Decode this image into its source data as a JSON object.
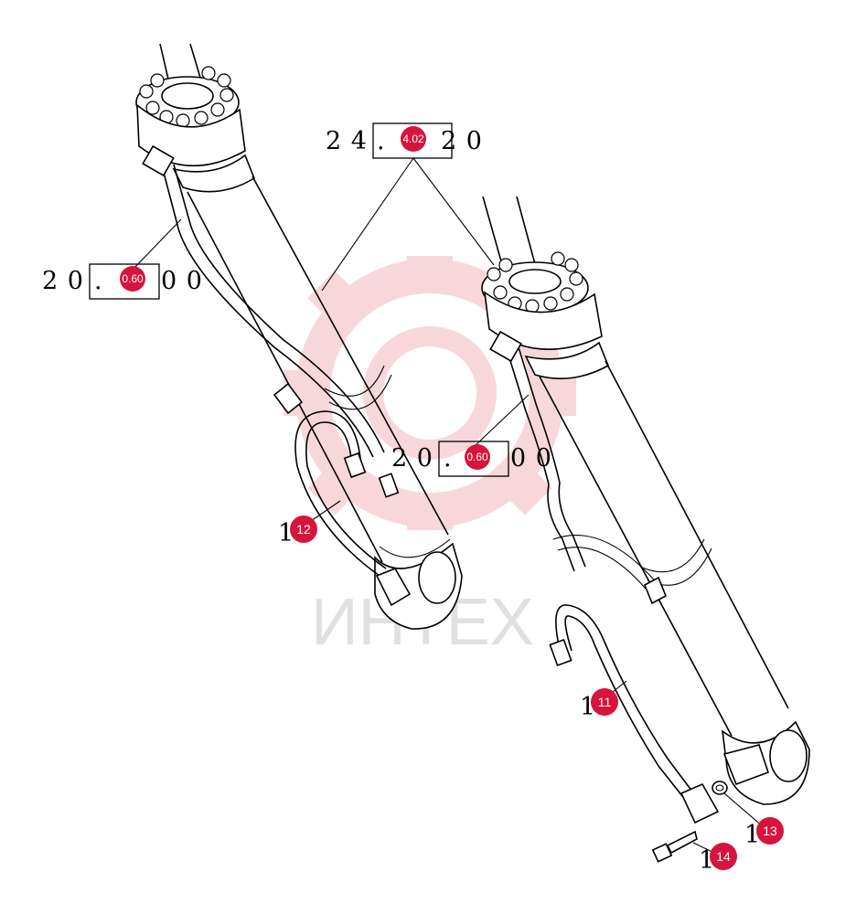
{
  "watermark": {
    "text": "ИНТЕХ",
    "color": "#c8c8c8",
    "logo_color": "#f4b8bd"
  },
  "accent_color": "#d7143c",
  "refs": [
    {
      "id": "ref-24402",
      "prefix": "2 4",
      "badge": "4.02",
      "suffix": "2 0"
    },
    {
      "id": "ref-20060-a",
      "prefix": "2 0",
      "badge": "0.60",
      "suffix": "0 0"
    },
    {
      "id": "ref-20060-b",
      "prefix": "2 0",
      "badge": "0.60",
      "suffix": "0 0"
    }
  ],
  "callouts": [
    {
      "label": "12",
      "prefix": "1"
    },
    {
      "label": "11",
      "prefix": "1"
    },
    {
      "label": "13",
      "prefix": "1"
    },
    {
      "label": "14",
      "prefix": "1"
    }
  ]
}
